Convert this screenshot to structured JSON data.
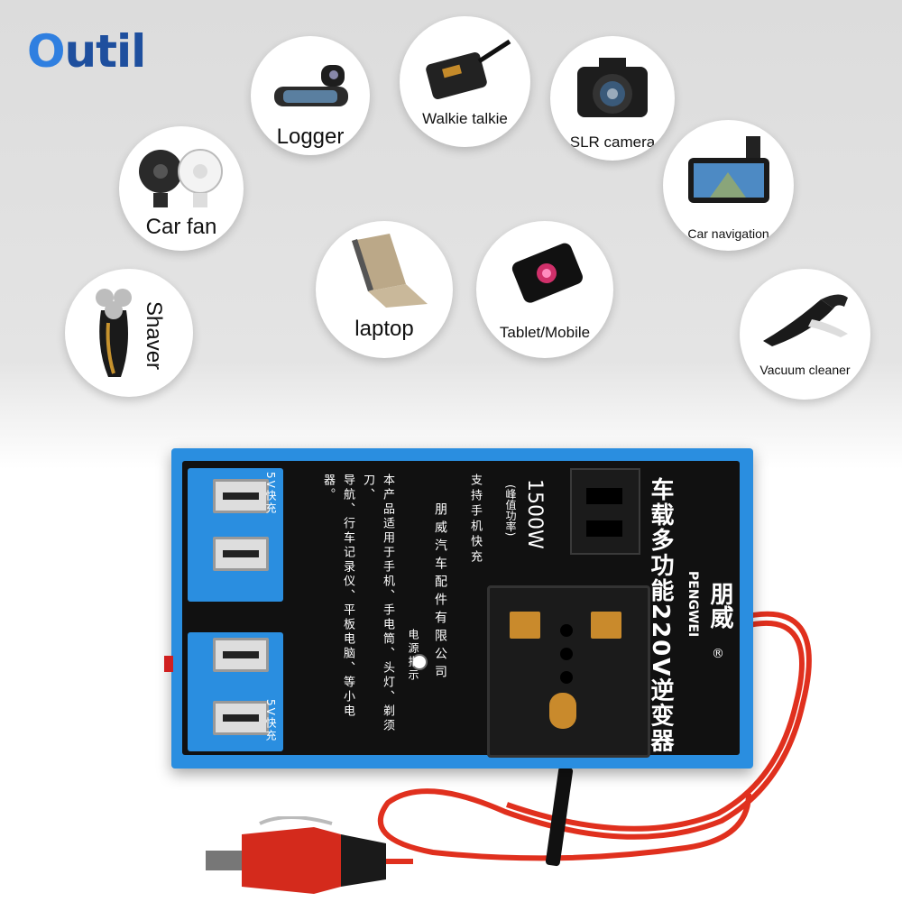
{
  "brand": {
    "logo_o": "O",
    "logo_rest": "util"
  },
  "uses": [
    {
      "label": "Logger",
      "icon": "car-recorder-icon"
    },
    {
      "label": "Walkie talkie",
      "icon": "walkie-talkie-icon"
    },
    {
      "label": "SLR camera",
      "icon": "camera-icon"
    },
    {
      "label": "Car fan",
      "icon": "fan-icon"
    },
    {
      "label": "Car navigation",
      "icon": "gps-phone-icon"
    },
    {
      "label": "laptop",
      "icon": "laptop-icon"
    },
    {
      "label": "Tablet/Mobile",
      "icon": "phone-icon"
    },
    {
      "label": "Shaver",
      "icon": "shaver-icon"
    },
    {
      "label": "Vacuum cleaner",
      "icon": "vacuum-icon"
    }
  ],
  "inverter": {
    "title": "车载多功能220V逆变器",
    "brand_cn": "朋威",
    "brand_en": "PENGWEI",
    "registered": "®",
    "power": "1500W",
    "power_note": "(峰值功率)",
    "fast_charge_support": "支持手机快充",
    "company": "朋威汽车配件有限公司",
    "power_indicator": "电源指示",
    "usb_label_top": "5V快充",
    "usb_label_bottom": "5V快充",
    "description_line1": "本产品适用于手机、手电筒、头灯、剃须刀、",
    "description_line2": "导航、行车记录仪、平板电脑、等小电器。"
  },
  "colors": {
    "casing": "#2a8ee0",
    "panel": "#111111",
    "cable": "#e0301e",
    "logo": "#1e4f9e"
  }
}
